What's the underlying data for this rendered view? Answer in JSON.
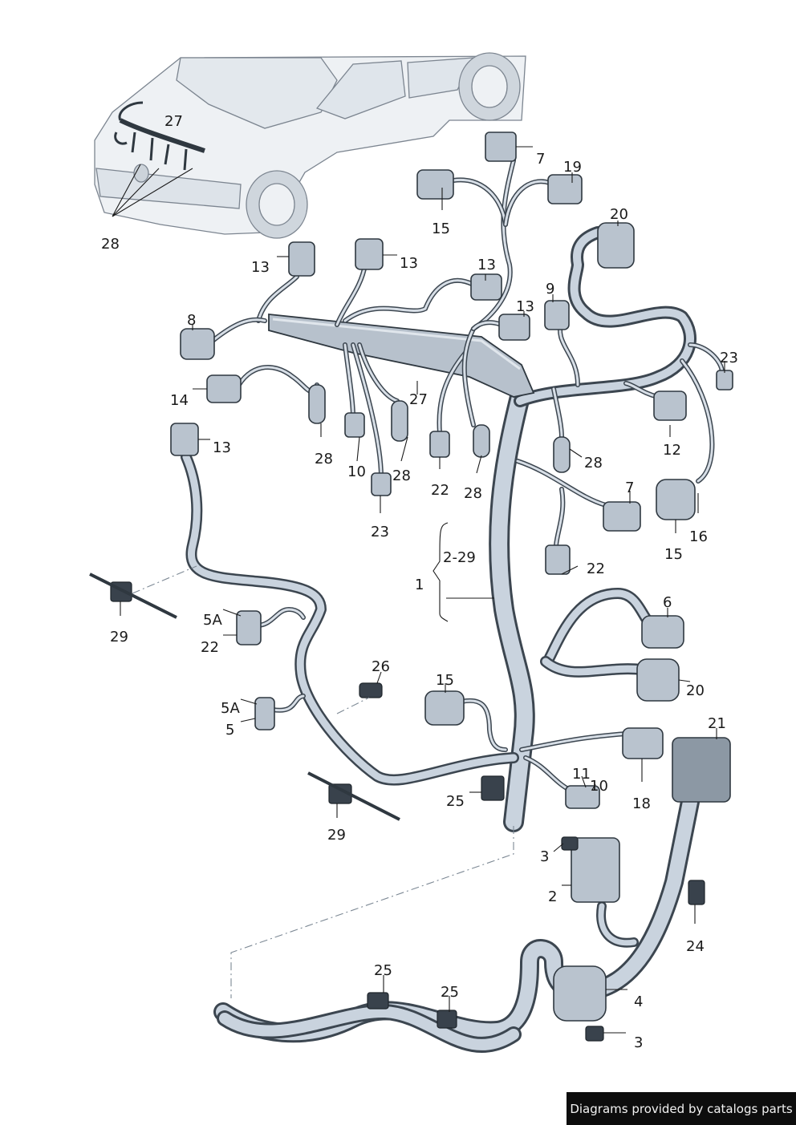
{
  "labels": {
    "l1": "1",
    "l2_29": "2-29",
    "l2": "2",
    "l3a": "3",
    "l3b": "3",
    "l4": "4",
    "l5": "5",
    "l5a_1": "5A",
    "l5a_2": "5A",
    "l6": "6",
    "l7a": "7",
    "l7b": "7",
    "l8": "8",
    "l9": "9",
    "l10a": "10",
    "l10b": "10",
    "l11": "11",
    "l12": "12",
    "l13a": "13",
    "l13b": "13",
    "l13c": "13",
    "l13d": "13",
    "l13e": "13",
    "l14": "14",
    "l15a": "15",
    "l15b": "15",
    "l15c": "15",
    "l16": "16",
    "l18": "18",
    "l19": "19",
    "l20a": "20",
    "l20b": "20",
    "l21": "21",
    "l22a": "22",
    "l22b": "22",
    "l22c": "22",
    "l23a": "23",
    "l23b": "23",
    "l24": "24",
    "l25a": "25",
    "l25b": "25",
    "l25c": "25",
    "l26": "26",
    "l27a": "27",
    "l27b": "27",
    "l28a": "28",
    "l28b": "28",
    "l28c": "28",
    "l28d": "28",
    "l28e": "28",
    "l29a": "29",
    "l29b": "29"
  },
  "footer": {
    "credit": "Diagrams provided by catalogs parts"
  }
}
